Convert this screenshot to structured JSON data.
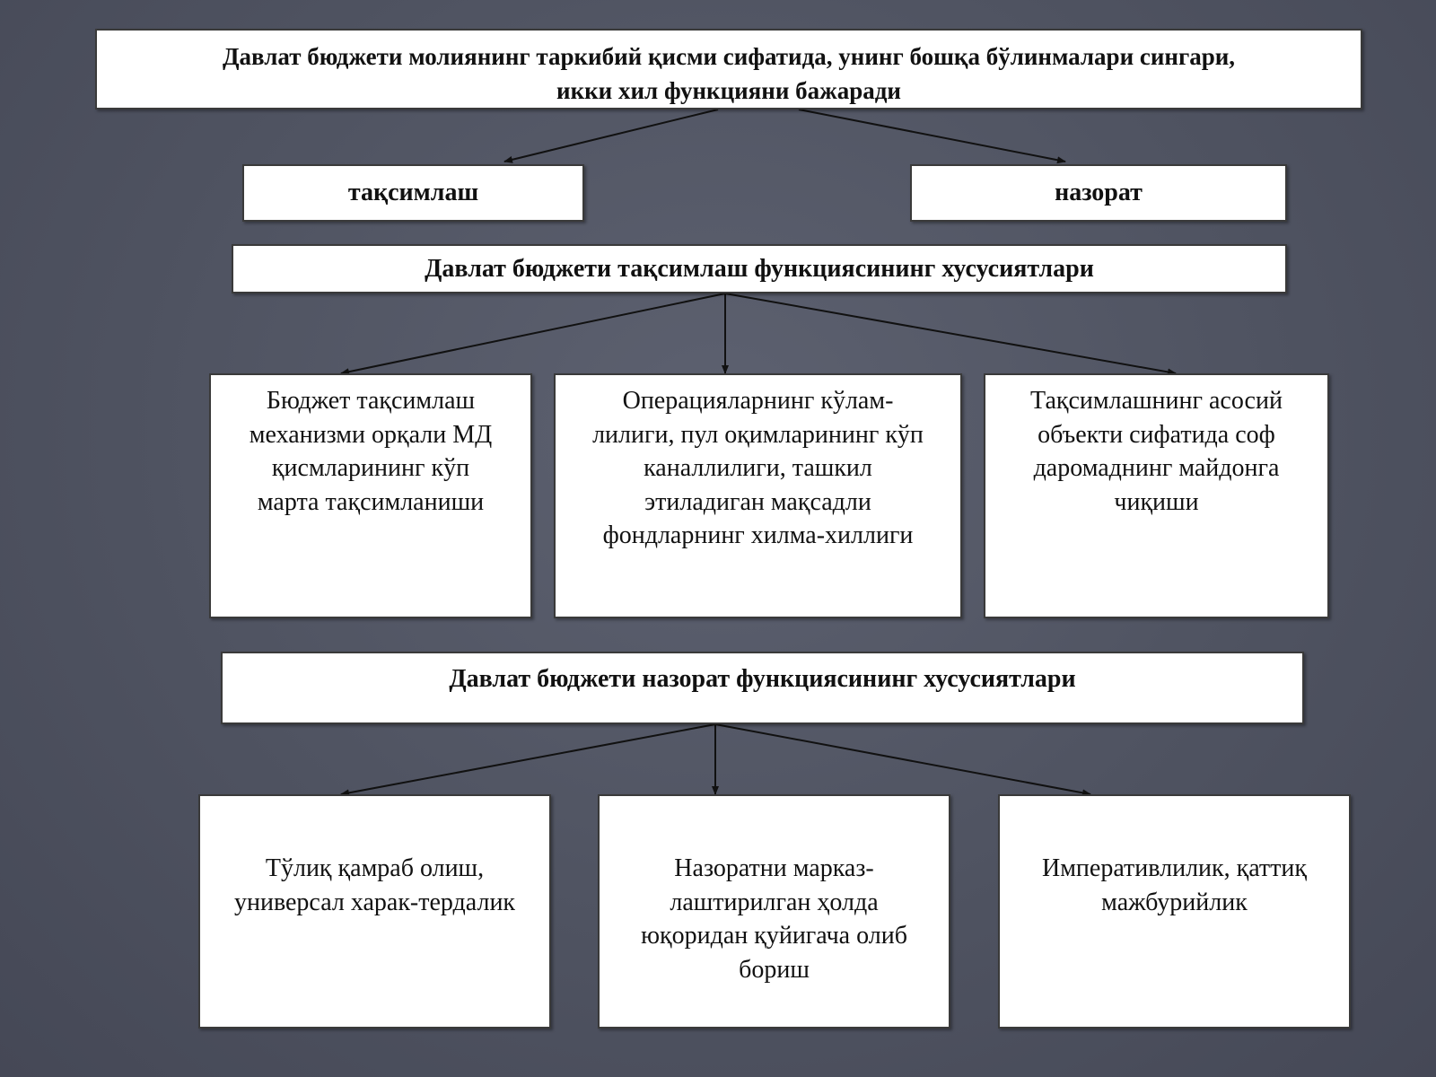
{
  "diagram": {
    "top": {
      "lines": [
        "Давлат бюджети молиянинг таркибий қисми сифатида, унинг бошқа бўлинмалари сингари,",
        "икки хил функцияни бажаради"
      ]
    },
    "functions": {
      "left": "тақсимлаш",
      "right": "назорат"
    },
    "distribution": {
      "header": "Давлат бюджети тақсимлаш функциясининг хусусиятлари",
      "items": [
        {
          "lines": [
            "Бюджет тақсимлаш",
            "механизми орқали МД",
            "қисмларининг кўп",
            "марта тақсимланиши"
          ]
        },
        {
          "lines": [
            "Операцияларнинг кўлам-",
            "лилиги, пул оқимларининг кўп",
            "каналлилиги, ташкил",
            "этиладиган мақсадли",
            "фондларнинг хилма-хиллиги"
          ]
        },
        {
          "lines": [
            "Тақсимлашнинг асосий",
            "объекти сифатида соф",
            "даромаднинг майдонга",
            "чиқиши"
          ]
        }
      ]
    },
    "control": {
      "header": "Давлат бюджети назорат функциясининг хусусиятлари",
      "items": [
        {
          "lines": [
            "Тўлиқ қамраб олиш,",
            "универсал харак-тердалик"
          ]
        },
        {
          "lines": [
            "Назоратни марказ-",
            "лаштирилган ҳолда",
            "юқоридан қуйигача олиб",
            "бориш"
          ]
        },
        {
          "lines": [
            "Императивлилик, қаттиқ",
            "мажбурийлик"
          ]
        }
      ]
    }
  }
}
